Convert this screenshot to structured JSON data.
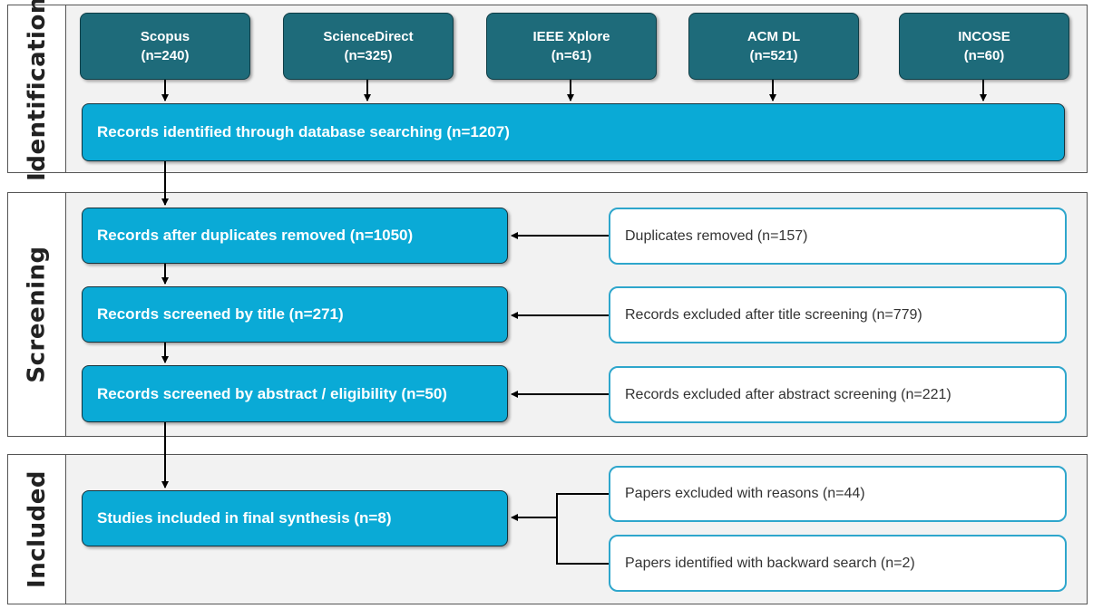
{
  "phases": {
    "identification": "Identification",
    "screening": "Screening",
    "included": "Included"
  },
  "sources": [
    {
      "name": "Scopus",
      "count": "(n=240)"
    },
    {
      "name": "ScienceDirect",
      "count": "(n=325)"
    },
    {
      "name": "IEEE Xplore",
      "count": "(n=61)"
    },
    {
      "name": "ACM DL",
      "count": "(n=521)"
    },
    {
      "name": "INCOSE",
      "count": "(n=60)"
    }
  ],
  "records_identified": "Records identified through database searching (n=1207)",
  "screening": {
    "after_duplicates": "Records after duplicates removed (n=1050)",
    "duplicates_removed": "Duplicates removed (n=157)",
    "by_title": "Records screened by title (n=271)",
    "excluded_title": "Records excluded after title screening (n=779)",
    "by_abstract": "Records screened by abstract / eligibility (n=50)",
    "excluded_abstract": "Records excluded after abstract screening (n=221)"
  },
  "included": {
    "final": "Studies included in final synthesis (n=8)",
    "excluded_reasons": "Papers excluded with reasons (n=44)",
    "backward_search": "Papers identified with backward search (n=2)"
  },
  "colors": {
    "source_box": "#1e6b7a",
    "main_box": "#0aaad6",
    "side_border": "#2ea6cc"
  }
}
